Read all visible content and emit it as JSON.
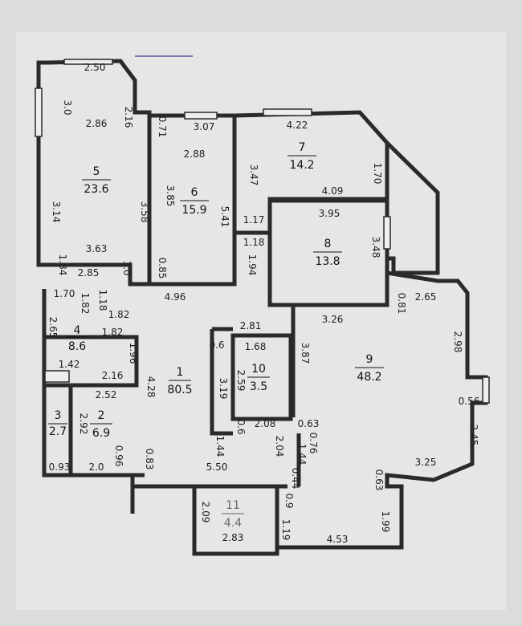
{
  "rooms": [
    {
      "id": "r1",
      "number": "1",
      "area": "80.5"
    },
    {
      "id": "r2",
      "number": "2",
      "area": "6.9"
    },
    {
      "id": "r3",
      "number": "3",
      "area": "2.7"
    },
    {
      "id": "r4",
      "number": "4",
      "area": "8.6"
    },
    {
      "id": "r5",
      "number": "5",
      "area": "23.6"
    },
    {
      "id": "r6",
      "number": "6",
      "area": "15.9"
    },
    {
      "id": "r7",
      "number": "7",
      "area": "14.2"
    },
    {
      "id": "r8",
      "number": "8",
      "area": "13.8"
    },
    {
      "id": "r9",
      "number": "9",
      "area": "48.2"
    },
    {
      "id": "r10",
      "number": "10",
      "area": "3.5"
    },
    {
      "id": "r11",
      "number": "11",
      "area": "4.4"
    }
  ],
  "dimensions": [
    "2.50",
    "3.0",
    "2.86",
    "2.16",
    "3.14",
    "3.58",
    "3.63",
    "2.85",
    "1.0",
    "1.84",
    "3.07",
    "0.71",
    "2.88",
    "3.85",
    "0.85",
    "5.41",
    "4.22",
    "3.47",
    "1.70",
    "4.09",
    "1.17",
    "1.18",
    "1.94",
    "3.95",
    "3.48",
    "3.26",
    "0.81",
    "2.65",
    "2.98",
    "0.56",
    "2.45",
    "3.25",
    "0.63",
    "1.99",
    "4.53",
    "4.96",
    "1.70",
    "1.82",
    "1.18",
    "1.82",
    "1.82",
    "1.96",
    "2.65",
    "1.42",
    "2.16",
    "2.52",
    "2.92",
    "0.93",
    "2.0",
    "0.96",
    "0.83",
    "4.28",
    "2.81",
    "0.6",
    "1.68",
    "3.87",
    "3.19",
    "2.59",
    "2.08",
    "0.6",
    "0.63",
    "0.76",
    "1.44",
    "2.04",
    "1.44",
    "0.44",
    "5.50",
    "2.09",
    "2.83",
    "0.9",
    "1.19"
  ]
}
